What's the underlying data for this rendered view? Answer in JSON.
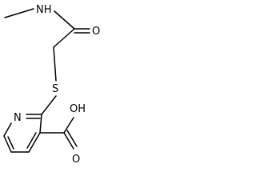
{
  "molecule": {
    "atoms": {
      "amide_nh": "NH",
      "amide_o": "O",
      "sulfur": "S",
      "ring_n": "N",
      "acid_oh": "OH",
      "acid_o": "O"
    }
  }
}
